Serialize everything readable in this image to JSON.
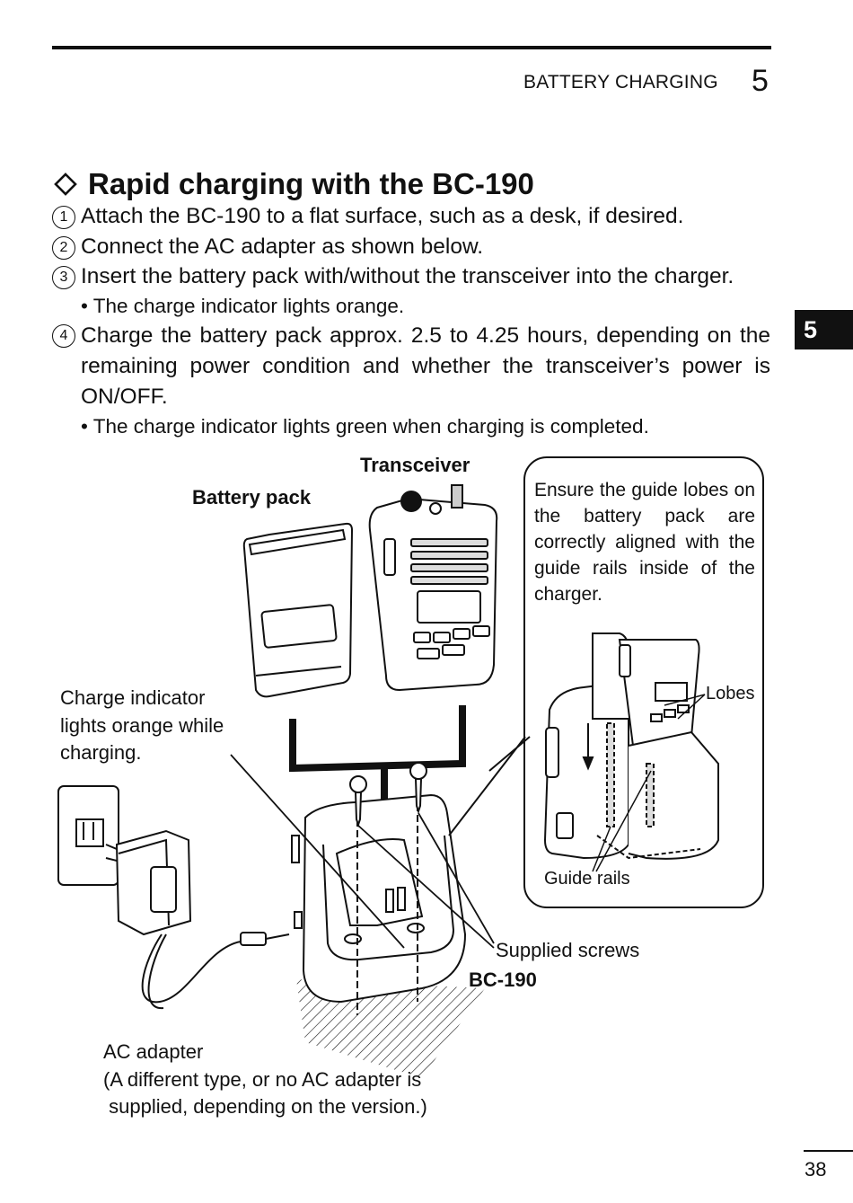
{
  "header": {
    "section_title": "BATTERY CHARGING",
    "chapter_number": "5",
    "side_tab": "5"
  },
  "section": {
    "title": "Rapid charging with the BC-190",
    "steps": [
      {
        "num": "1",
        "text": "Attach the BC-190 to a flat surface, such as a desk, if desired."
      },
      {
        "num": "2",
        "text": "Connect the AC adapter as shown below."
      },
      {
        "num": "3",
        "text": "Insert the battery pack with/without the transceiver into the charger."
      },
      {
        "num": "4",
        "text": "Charge the battery pack approx. 2.5 to 4.25 hours, depending on the remaining power condition and whether the transceiver’s power is ON/OFF."
      }
    ],
    "bullets": [
      "• The charge indicator lights orange.",
      "• The charge indicator lights green when charging is completed."
    ]
  },
  "figure": {
    "transceiver": "Transceiver",
    "battery_pack": "Battery pack",
    "charge_indicator": [
      "Charge indicator",
      "lights orange while",
      "charging."
    ],
    "callout": "Ensure the guide lobes on the battery pack are correctly aligned with the guide rails inside of the charger.",
    "lobes": "Lobes",
    "guide_rails": "Guide rails",
    "supplied_screws": "Supplied screws",
    "charger_model": "BC-190",
    "ac_adapter": [
      "AC adapter",
      "(A different type, or no AC adapter is",
      " supplied, depending on the version.)"
    ]
  },
  "footer": {
    "page_number": "38"
  }
}
